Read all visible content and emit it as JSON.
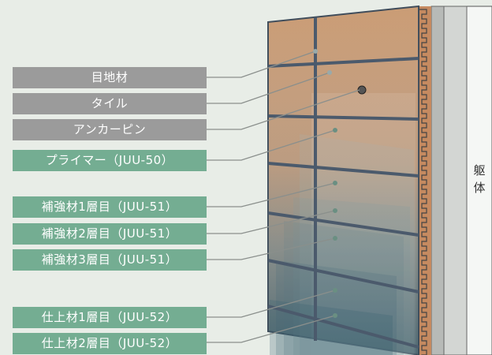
{
  "labels": [
    {
      "text": "目地材",
      "color": "gray"
    },
    {
      "text": "タイル",
      "color": "gray"
    },
    {
      "text": "アンカーピン",
      "color": "gray"
    },
    {
      "text": "プライマー（JUU-50）",
      "color": "green"
    },
    {
      "text": "補強材1層目（JUU-51）",
      "color": "green"
    },
    {
      "text": "補強材2層目（JUU-51）",
      "color": "green"
    },
    {
      "text": "補強材3層目（JUU-51）",
      "color": "green"
    },
    {
      "text": "仕上材1層目（JUU-52）",
      "color": "green"
    },
    {
      "text": "仕上材2層目（JUU-52）",
      "color": "green"
    }
  ],
  "structure": {
    "label_char1": "躯",
    "label_char2": "体"
  },
  "colors": {
    "gray": "#9b9b9b",
    "green": "#74ad92",
    "tile": "#c99a72",
    "joint": "#4b5a6c",
    "leader": "#8a8f8c",
    "background": "#e8ede7"
  }
}
